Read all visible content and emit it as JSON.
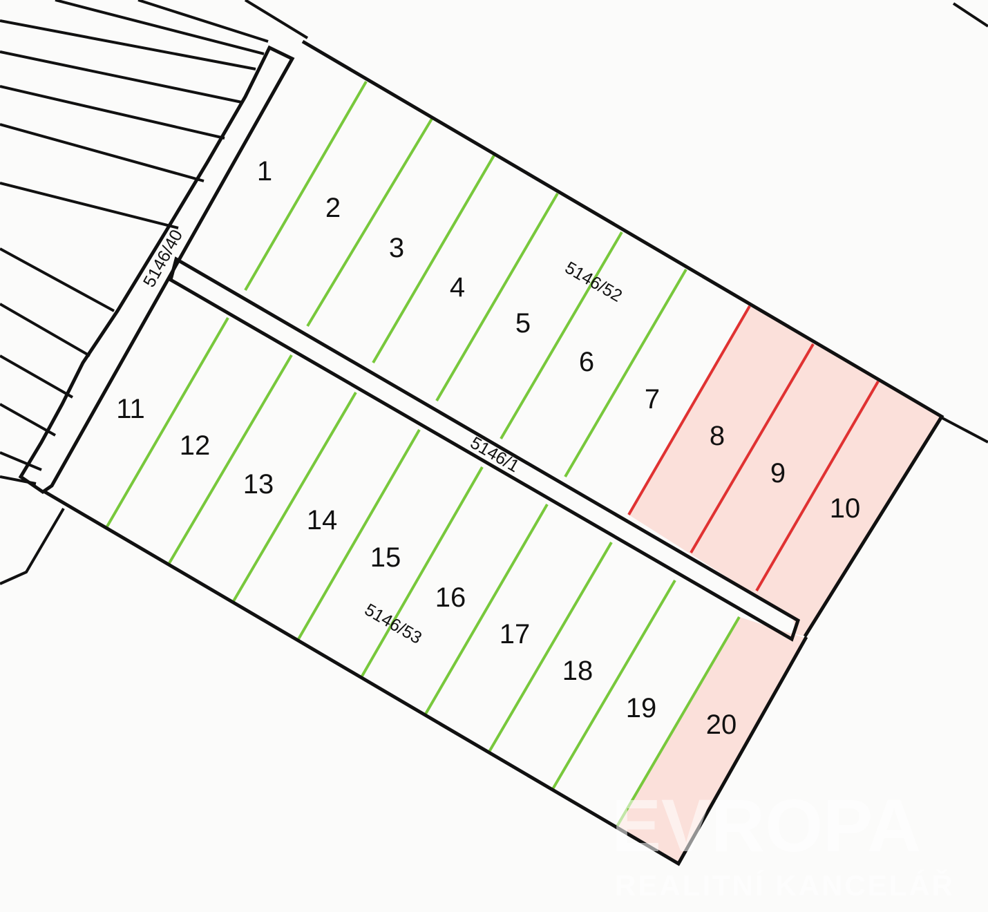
{
  "map": {
    "colors": {
      "background": "#fbfbfa",
      "parcel_fill": "#fafaf4",
      "boundary": "#111111",
      "available_divider": "#78c83c",
      "reserved_divider": "#e03232",
      "reserved_fill": "#fbe0da"
    },
    "parcel_labels": {
      "road_west": "5146/40",
      "road_middle": "5146/1",
      "block_north": "5146/52",
      "block_south": "5146/53"
    },
    "lots_north": [
      {
        "number": "1",
        "status": "available"
      },
      {
        "number": "2",
        "status": "available"
      },
      {
        "number": "3",
        "status": "available"
      },
      {
        "number": "4",
        "status": "available"
      },
      {
        "number": "5",
        "status": "available"
      },
      {
        "number": "6",
        "status": "available"
      },
      {
        "number": "7",
        "status": "available"
      },
      {
        "number": "8",
        "status": "reserved"
      },
      {
        "number": "9",
        "status": "reserved"
      },
      {
        "number": "10",
        "status": "reserved"
      }
    ],
    "lots_south": [
      {
        "number": "11",
        "status": "available"
      },
      {
        "number": "12",
        "status": "available"
      },
      {
        "number": "13",
        "status": "available"
      },
      {
        "number": "14",
        "status": "available"
      },
      {
        "number": "15",
        "status": "available"
      },
      {
        "number": "16",
        "status": "available"
      },
      {
        "number": "17",
        "status": "available"
      },
      {
        "number": "18",
        "status": "available"
      },
      {
        "number": "19",
        "status": "available"
      },
      {
        "number": "20",
        "status": "reserved"
      }
    ],
    "watermark": {
      "brand": "EVROPA",
      "tagline": "REALITNÍ KANCELÁŘ"
    }
  }
}
